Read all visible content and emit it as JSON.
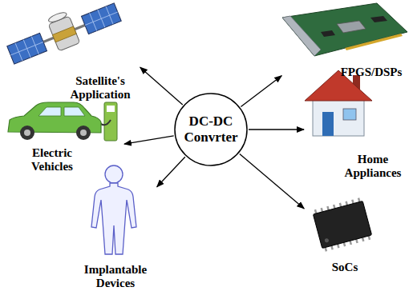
{
  "diagram": {
    "nodes": [
      {
        "text": [
          "Satellite's Application"
        ]
      },
      {
        "text": [
          "FPGS/DSPs"
        ]
      },
      {
        "text": [
          "DC-DC Convrter"
        ]
      },
      {
        "text": [
          "Electric Vehicles"
        ]
      },
      {
        "text": [
          "Home Appliances"
        ]
      },
      {
        "text": [
          "Implantable Devices"
        ]
      },
      {
        "text": [
          "SoCs"
        ]
      }
    ],
    "edges": [
      {
        "from": 2,
        "to": 0,
        "arrow": "to"
      },
      {
        "from": 2,
        "to": 1,
        "arrow": "to"
      },
      {
        "from": 2,
        "to": 3,
        "arrow": "to"
      },
      {
        "from": 2,
        "to": 4,
        "arrow": "to"
      },
      {
        "from": 2,
        "to": 5,
        "arrow": "to"
      },
      {
        "from": 2,
        "to": 6,
        "arrow": "to"
      }
    ]
  }
}
